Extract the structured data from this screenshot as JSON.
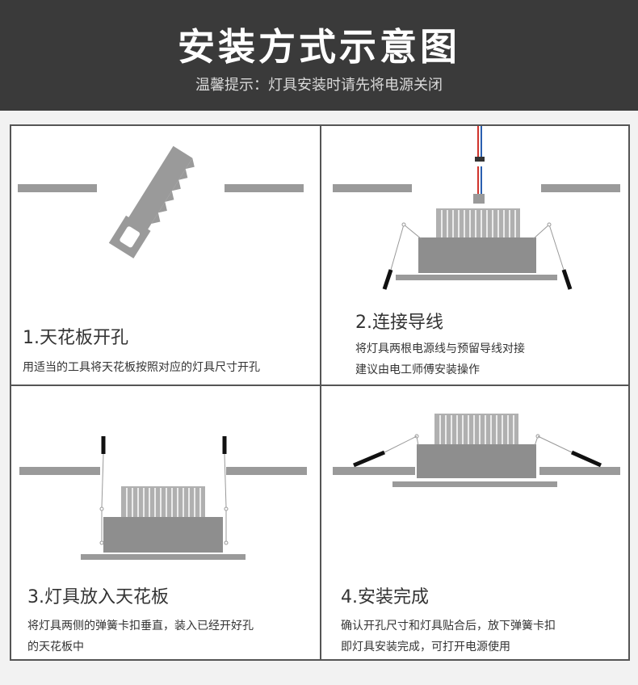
{
  "header": {
    "title": "安装方式示意图",
    "subtitle": "温馨提示：灯具安装时请先将电源关闭"
  },
  "steps": [
    {
      "title": "1.天花板开孔",
      "desc": [
        "用适当的工具将天花板按照对应的灯具尺寸开孔"
      ]
    },
    {
      "title": "2.连接导线",
      "desc": [
        "将灯具两根电源线与预留导线对接",
        "建议由电工师傅安装操作"
      ]
    },
    {
      "title": "3.灯具放入天花板",
      "desc": [
        "将灯具两侧的弹簧卡扣垂直，装入已经开好孔",
        "的天花板中"
      ]
    },
    {
      "title": "4.安装完成",
      "desc": [
        "确认开孔尺寸和灯具贴合后，放下弹簧卡扣",
        "即灯具安装完成，可打开电源使用"
      ]
    }
  ],
  "colors": {
    "header_bg": "#3a3a3a",
    "ceiling": "#9a9a9a",
    "lamp_body": "#8e8e8e",
    "fins": "#b0b0b0",
    "clip": "#111111",
    "wire_red": "#d0342c",
    "wire_blue": "#2a5fb0"
  }
}
